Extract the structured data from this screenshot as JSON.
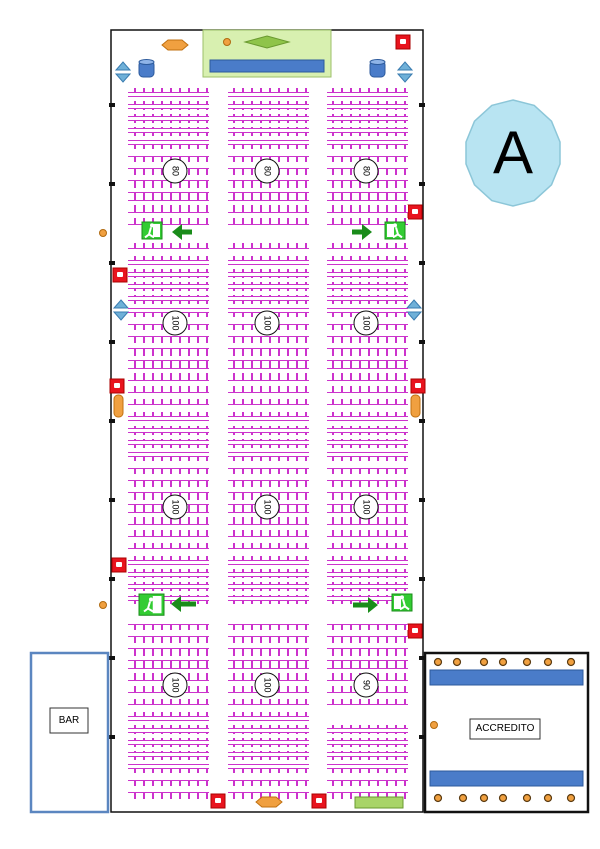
{
  "hall_label": "A",
  "bar_label": "BAR",
  "accredito_label": "ACCREDITO",
  "block_capacities": [
    [
      "80",
      "80",
      "80"
    ],
    [
      "100",
      "100",
      "100"
    ],
    [
      "100",
      "100",
      "100"
    ],
    [
      "100",
      "100",
      "90"
    ]
  ],
  "colors": {
    "seat": "#cc33cc",
    "wall": "#111111",
    "exit_sign": "#33cc33",
    "exit_arrow": "#1a8c1a",
    "extinguisher": "#e8141e",
    "stage": "#d8f0b0",
    "screen": "#4a7cc9",
    "badge": "#b8e4f2",
    "bar_border": "#5b86c0",
    "orange": "#f0a040"
  },
  "icons": [
    "fire-extinguisher-icon",
    "emergency-exit-icon",
    "exit-arrow-icon",
    "water-tank-icon",
    "speaker-icon",
    "light-icon"
  ]
}
